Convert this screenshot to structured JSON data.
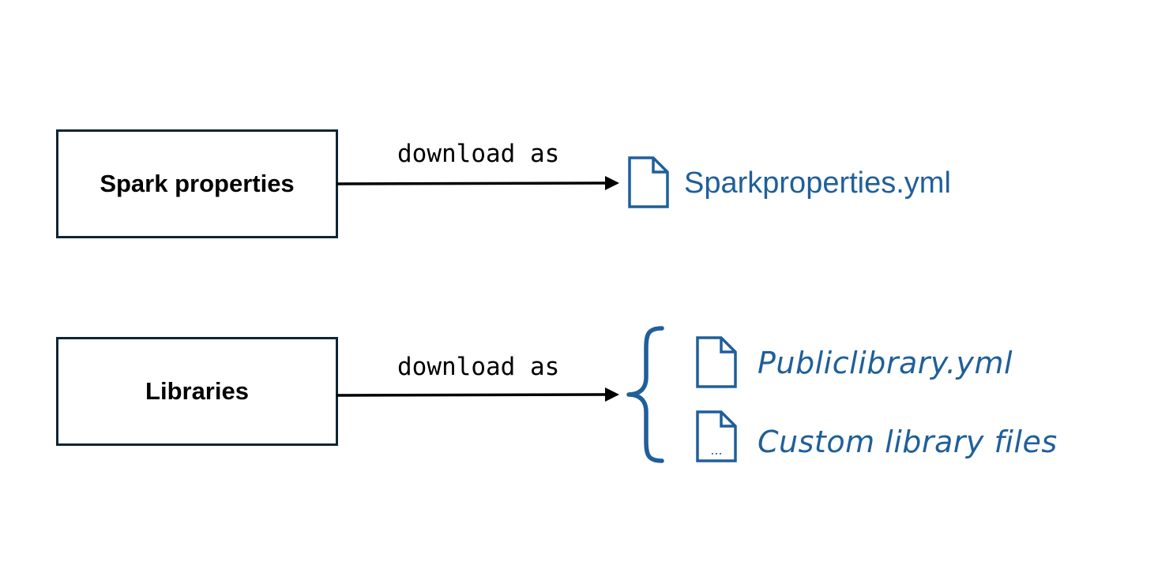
{
  "diagram": {
    "nodes": [
      {
        "id": "spark",
        "label": "Spark properties"
      },
      {
        "id": "libraries",
        "label": "Libraries"
      }
    ],
    "edges": [
      {
        "from": "spark",
        "label": "download as"
      },
      {
        "from": "libraries",
        "label": "download as"
      }
    ],
    "outputs": {
      "spark": [
        {
          "label": "Sparkproperties.yml",
          "icon": "file-icon"
        }
      ],
      "libraries": [
        {
          "label": "Publiclibrary.yml",
          "icon": "file-icon"
        },
        {
          "label": "Custom library files",
          "icon": "file-ellipsis-icon",
          "icon_text": "..."
        }
      ]
    },
    "colors": {
      "box_border": "#0f2533",
      "arrow": "#000000",
      "file_accent": "#1f5f9a"
    }
  }
}
